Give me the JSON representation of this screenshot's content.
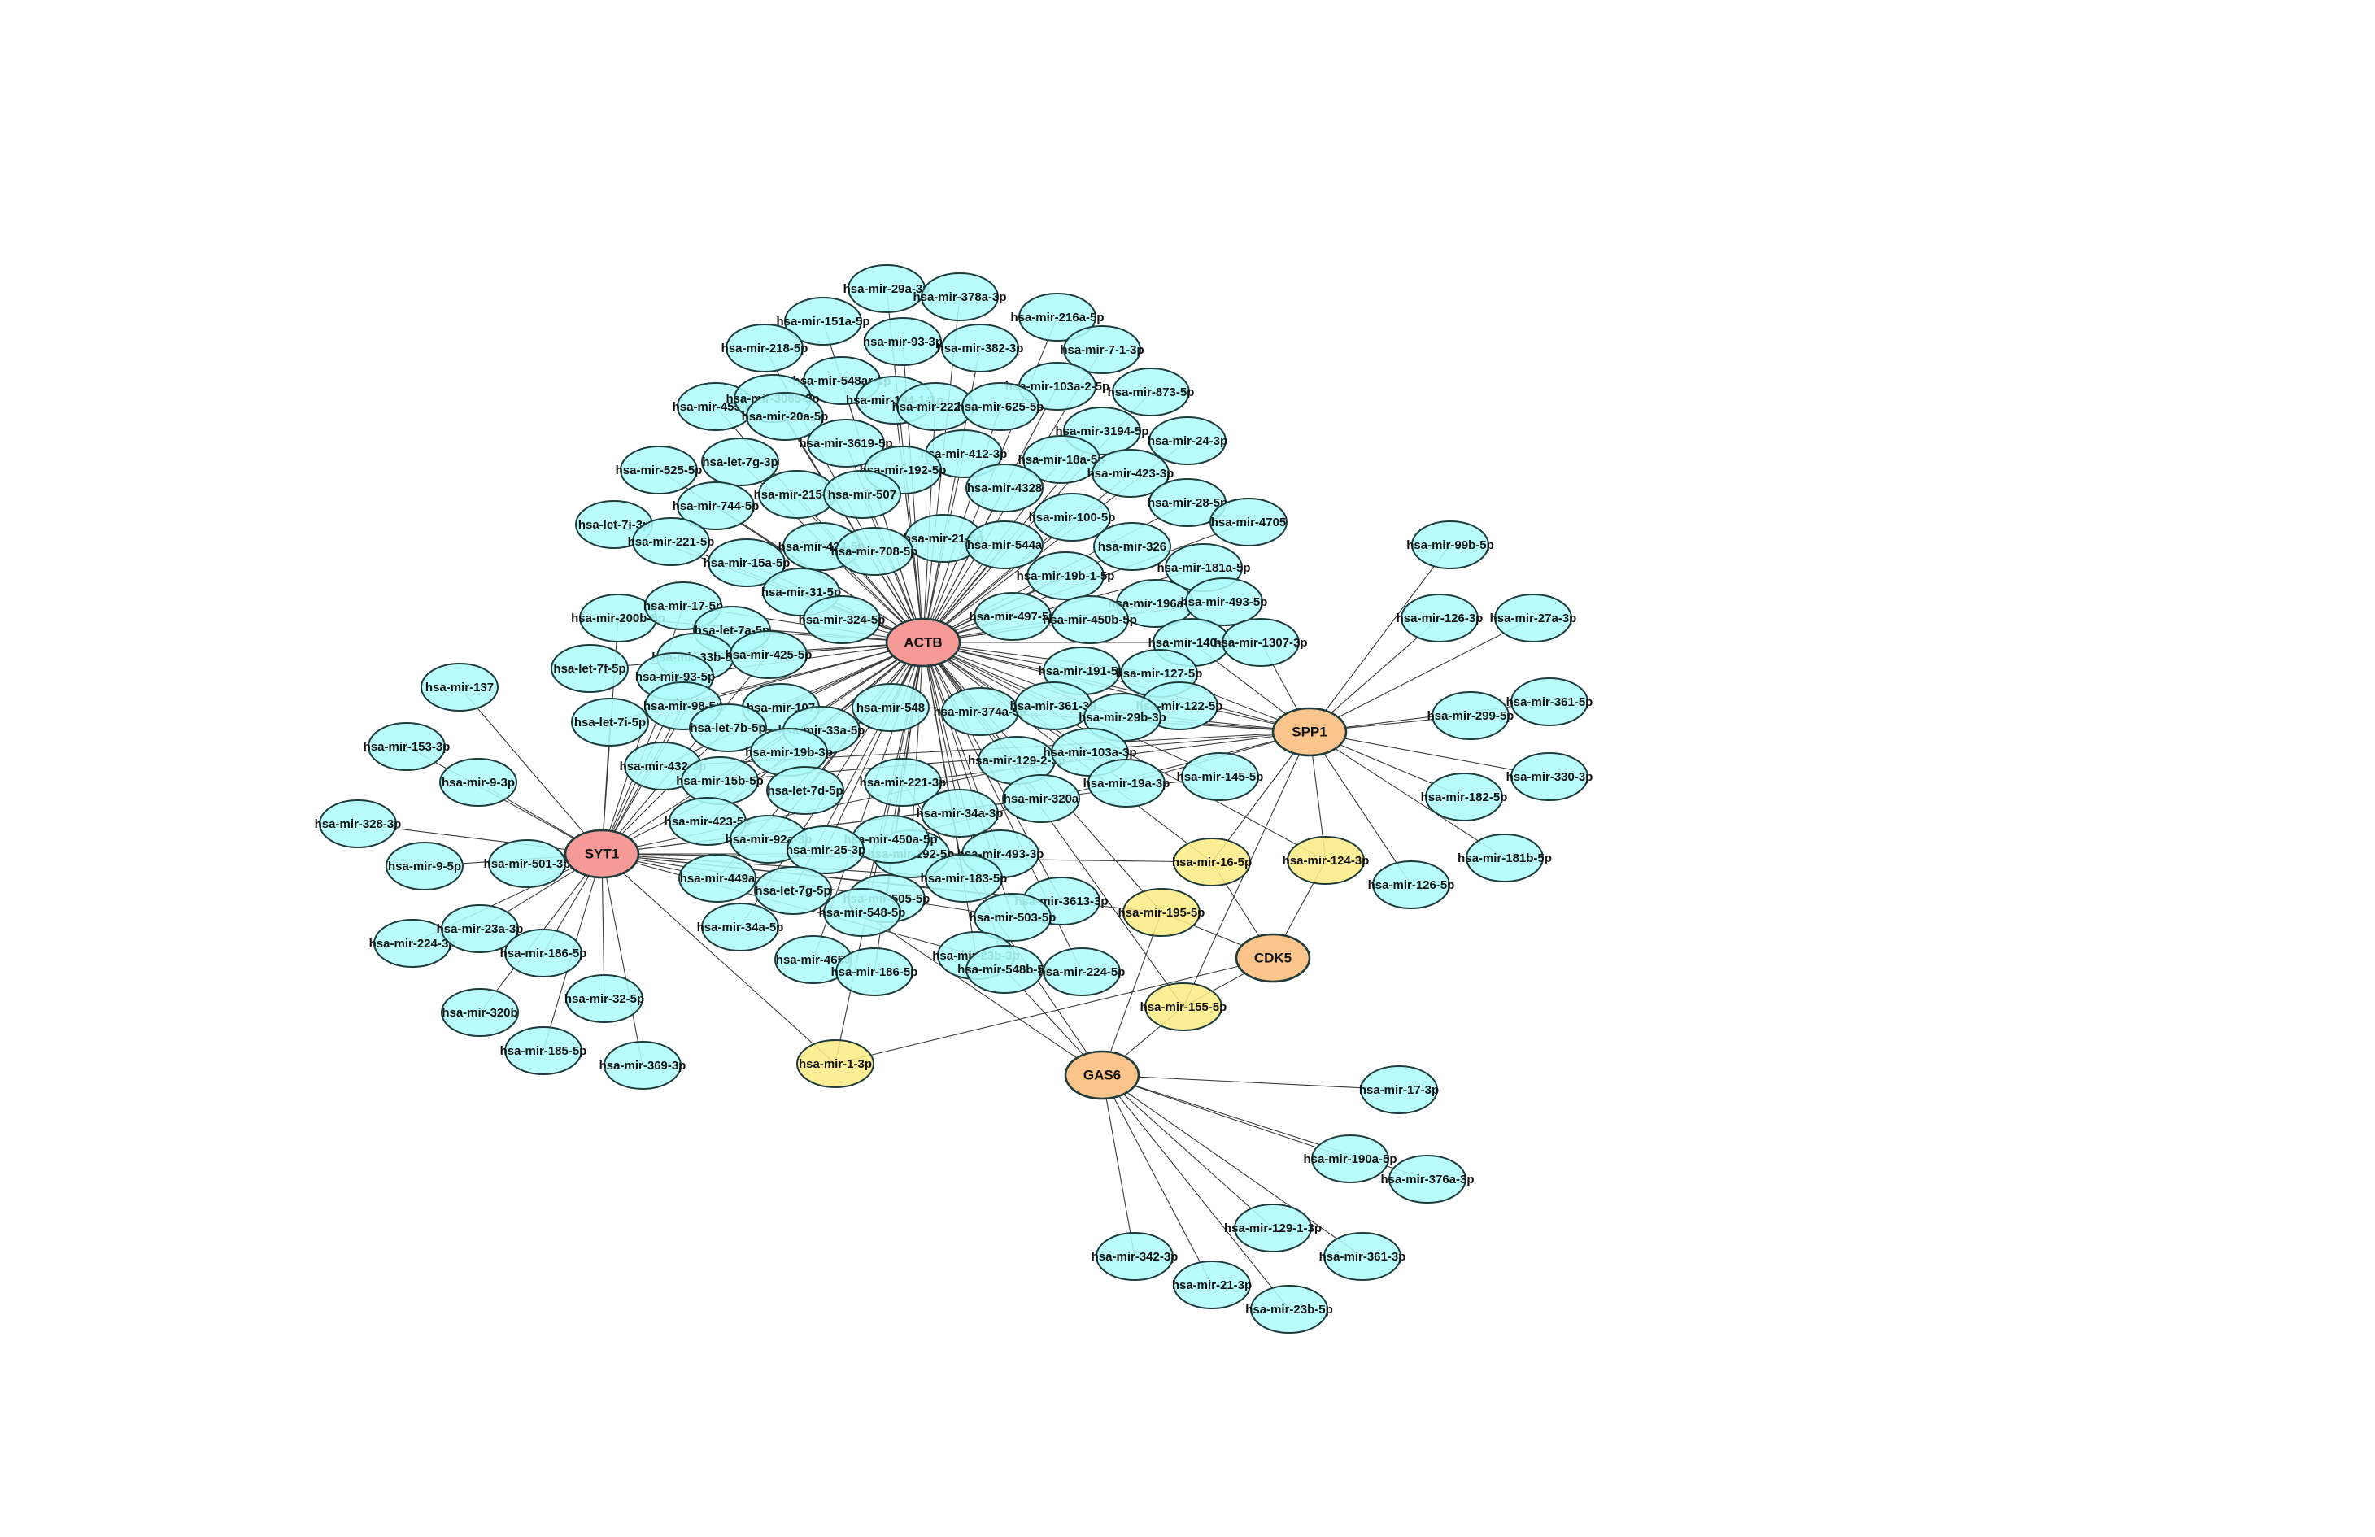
{
  "colors": {
    "mirna_fill": "#aefcfc",
    "hub_red_fill": "#f59a96",
    "hub_orange_fill": "#fbc48a",
    "shared_mirna_fill": "#fcec86",
    "node_stroke": "#1f3b3b",
    "edge": "#3a3a3a"
  },
  "hubs": [
    {
      "id": "ACTB",
      "label": "ACTB",
      "type": "red"
    },
    {
      "id": "SYT1",
      "label": "SYT1",
      "type": "red"
    },
    {
      "id": "SPP1",
      "label": "SPP1",
      "type": "orange"
    },
    {
      "id": "CDK5",
      "label": "CDK5",
      "type": "orange"
    },
    {
      "id": "GAS6",
      "label": "GAS6",
      "type": "orange"
    }
  ],
  "shared_mirnas": [
    {
      "label": "hsa-mir-16-5p",
      "targets": [
        "ACTB",
        "SPP1",
        "CDK5",
        "SYT1"
      ]
    },
    {
      "label": "hsa-mir-124-3p",
      "targets": [
        "ACTB",
        "SPP1",
        "CDK5"
      ]
    },
    {
      "label": "hsa-mir-195-5p",
      "targets": [
        "ACTB",
        "CDK5",
        "GAS6",
        "SYT1"
      ]
    },
    {
      "label": "hsa-mir-155-5p",
      "targets": [
        "ACTB",
        "CDK5",
        "SPP1",
        "GAS6"
      ]
    },
    {
      "label": "hsa-mir-1-3p",
      "targets": [
        "SYT1",
        "CDK5",
        "ACTB"
      ]
    }
  ],
  "actb_mirnas": [
    "hsa-mir-29a-3p",
    "hsa-mir-378a-3p",
    "hsa-mir-216a-5p",
    "hsa-mir-151a-5p",
    "hsa-mir-93-3p",
    "hsa-mir-382-3p",
    "hsa-mir-7-1-3p",
    "hsa-mir-218-5p",
    "hsa-mir-548ar-3p",
    "hsa-mir-103a-2-5p",
    "hsa-mir-873-5p",
    "hsa-mir-455-5p",
    "hsa-mir-3065-3p",
    "hsa-mir-194-1-3p",
    "hsa-mir-222-3p",
    "hsa-mir-625-5p",
    "hsa-mir-20a-5p",
    "hsa-mir-3194-5p",
    "hsa-mir-24-3p",
    "hsa-mir-3619-5p",
    "hsa-mir-412-3p",
    "hsa-mir-18a-5p",
    "hsa-mir-525-5p",
    "hsa-let-7g-3p",
    "hsa-mir-192-5p",
    "hsa-mir-423-3p",
    "hsa-mir-215-5p",
    "hsa-mir-507",
    "hsa-mir-4328",
    "hsa-mir-28-5p",
    "hsa-mir-744-5p",
    "hsa-mir-100-5p",
    "hsa-mir-4705",
    "hsa-let-7i-3p",
    "hsa-mir-21-5p",
    "hsa-mir-221-5p",
    "hsa-mir-424-5p",
    "hsa-mir-544a",
    "hsa-mir-326",
    "hsa-mir-708-5p",
    "hsa-mir-15a-5p",
    "hsa-mir-19b-1-5p",
    "hsa-mir-181a-5p",
    "hsa-mir-31-5p",
    "hsa-mir-196a-5p",
    "hsa-mir-493-5p",
    "hsa-mir-497-5p",
    "hsa-mir-200b-5p",
    "hsa-mir-17-5p",
    "hsa-mir-324-5p",
    "hsa-mir-450b-5p",
    "hsa-let-7a-5p",
    "hsa-mir-140-5p",
    "hsa-mir-1307-3p",
    "hsa-mir-33b-5p",
    "hsa-mir-425-5p",
    "hsa-let-7f-5p",
    "hsa-mir-93-5p",
    "hsa-mir-191-5p",
    "hsa-mir-127-5p",
    "hsa-mir-98-5p",
    "hsa-mir-107",
    "hsa-mir-548",
    "hsa-mir-374a-5p",
    "hsa-mir-361-3p",
    "hsa-mir-122-5p",
    "hsa-let-7i-5p",
    "hsa-mir-29b-3p",
    "hsa-let-7b-5p",
    "hsa-mir-33a-5p",
    "hsa-mir-19b-3p",
    "hsa-mir-129-2-3p",
    "hsa-mir-103a-3p",
    "hsa-mir-432-3p",
    "hsa-mir-19a-3p",
    "hsa-mir-145-5p",
    "hsa-mir-15b-5p",
    "hsa-let-7d-5p",
    "hsa-mir-221-3p",
    "hsa-mir-320a",
    "hsa-mir-423-5p",
    "hsa-mir-34a-3p",
    "hsa-mir-192-5p",
    "hsa-mir-92a-3p",
    "hsa-mir-450a-5p",
    "hsa-mir-493-3p",
    "hsa-mir-449a",
    "hsa-mir-25-3p",
    "hsa-mir-183-5p",
    "hsa-let-7g-5p",
    "hsa-mir-505-5p",
    "hsa-mir-3613-3p",
    "hsa-mir-34a-5p",
    "hsa-mir-548-5p",
    "hsa-mir-503-5p",
    "hsa-mir-4659",
    "hsa-mir-23b-3p",
    "hsa-mir-186-5p",
    "hsa-mir-548b-5p",
    "hsa-mir-224-5p"
  ],
  "syt1_mirnas": [
    "hsa-mir-137",
    "hsa-mir-153-3p",
    "hsa-mir-9-3p",
    "hsa-mir-328-3p",
    "hsa-mir-9-5p",
    "hsa-mir-501-3p",
    "hsa-mir-224-3p",
    "hsa-mir-23a-3p",
    "hsa-mir-186-5p",
    "hsa-mir-320b",
    "hsa-mir-32-5p",
    "hsa-mir-185-5p",
    "hsa-mir-369-3p"
  ],
  "spp1_mirnas": [
    "hsa-mir-99b-5p",
    "hsa-mir-126-3p",
    "hsa-mir-27a-3p",
    "hsa-mir-299-5p",
    "hsa-mir-361-5p",
    "hsa-mir-330-3p",
    "hsa-mir-182-5p",
    "hsa-mir-181b-5p",
    "hsa-mir-126-5p"
  ],
  "gas6_mirnas": [
    "hsa-mir-17-3p",
    "hsa-mir-190a-5p",
    "hsa-mir-376a-3p",
    "hsa-mir-129-1-3p",
    "hsa-mir-361-3p",
    "hsa-mir-342-3p",
    "hsa-mir-21-3p",
    "hsa-mir-23b-5p"
  ]
}
